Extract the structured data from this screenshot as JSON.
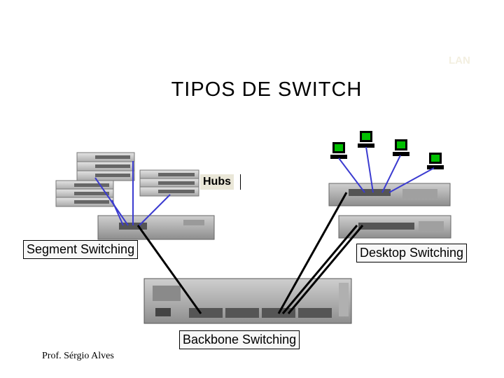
{
  "corner_label": "LAN",
  "title": "TIPOS  DE  SWITCH",
  "labels": {
    "hubs": "Hubs",
    "segment": "Segment Switching",
    "desktop": "Desktop Switching",
    "backbone": "Backbone Switching"
  },
  "author": "Prof. Sérgio Alves",
  "colors": {
    "link": "#3b3bd0",
    "backbone_link": "#000000",
    "pc_screen": "#00c000",
    "device_gray": "#c8c8c8"
  }
}
